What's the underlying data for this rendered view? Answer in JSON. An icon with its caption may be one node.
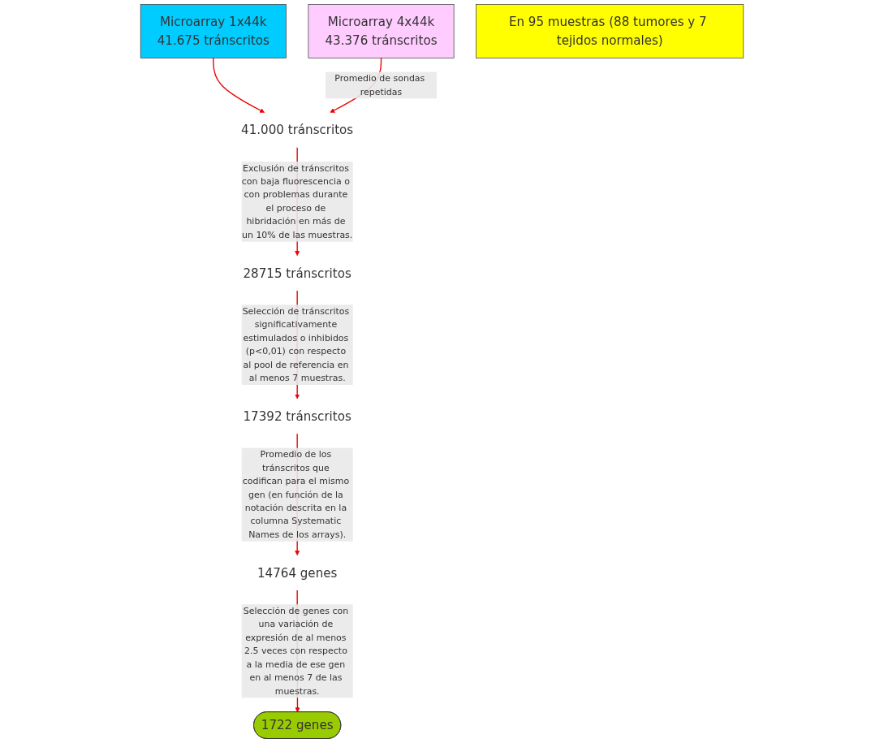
{
  "diagram": {
    "nodes": [
      {
        "text": [
          "Microarray 1x44k",
          "41.675 tránscritos"
        ]
      },
      {
        "text": [
          "Microarray 4x44k",
          "43.376 tránscritos"
        ]
      },
      {
        "text": [
          "41.000 tránscritos"
        ]
      },
      {
        "text": [
          "28715 tránscritos"
        ]
      },
      {
        "text": [
          "17392 tránscritos"
        ]
      },
      {
        "text": [
          "14764 genes"
        ]
      },
      {
        "text": [
          "1722 genes"
        ]
      },
      {
        "text": [
          "En 95 muestras (88 tumores y 7 tejidos normales)"
        ]
      }
    ],
    "edges": [
      {
        "from": 0,
        "to": 2,
        "arrow": "to"
      },
      {
        "from": 1,
        "to": 2,
        "arrow": "to",
        "label": "Promedio de sondas repetidas"
      },
      {
        "from": 2,
        "to": 3,
        "arrow": "to",
        "label": "Exclusión de tránscritos con baja fluorescencia o con problemas durante el proceso de hibridación en más de un 10% de las muestras."
      },
      {
        "from": 3,
        "to": 4,
        "arrow": "to",
        "label": "Selección de tránscritos significativamente estimulados o inhibidos (p<0,01) con respecto al pool de referencia en al menos 7 muestras."
      },
      {
        "from": 4,
        "to": 5,
        "arrow": "to",
        "label": "Promedio de los tránscritos que codifican para el mismo gen (en función de la notación descrita en la columna Systematic Names de los arrays)."
      },
      {
        "from": 5,
        "to": 6,
        "arrow": "to",
        "label": "Selección de genes con una variación de expresión de al menos 2.5 veces con respecto a la media de ese gen en al menos 7 de las muestras."
      }
    ]
  }
}
